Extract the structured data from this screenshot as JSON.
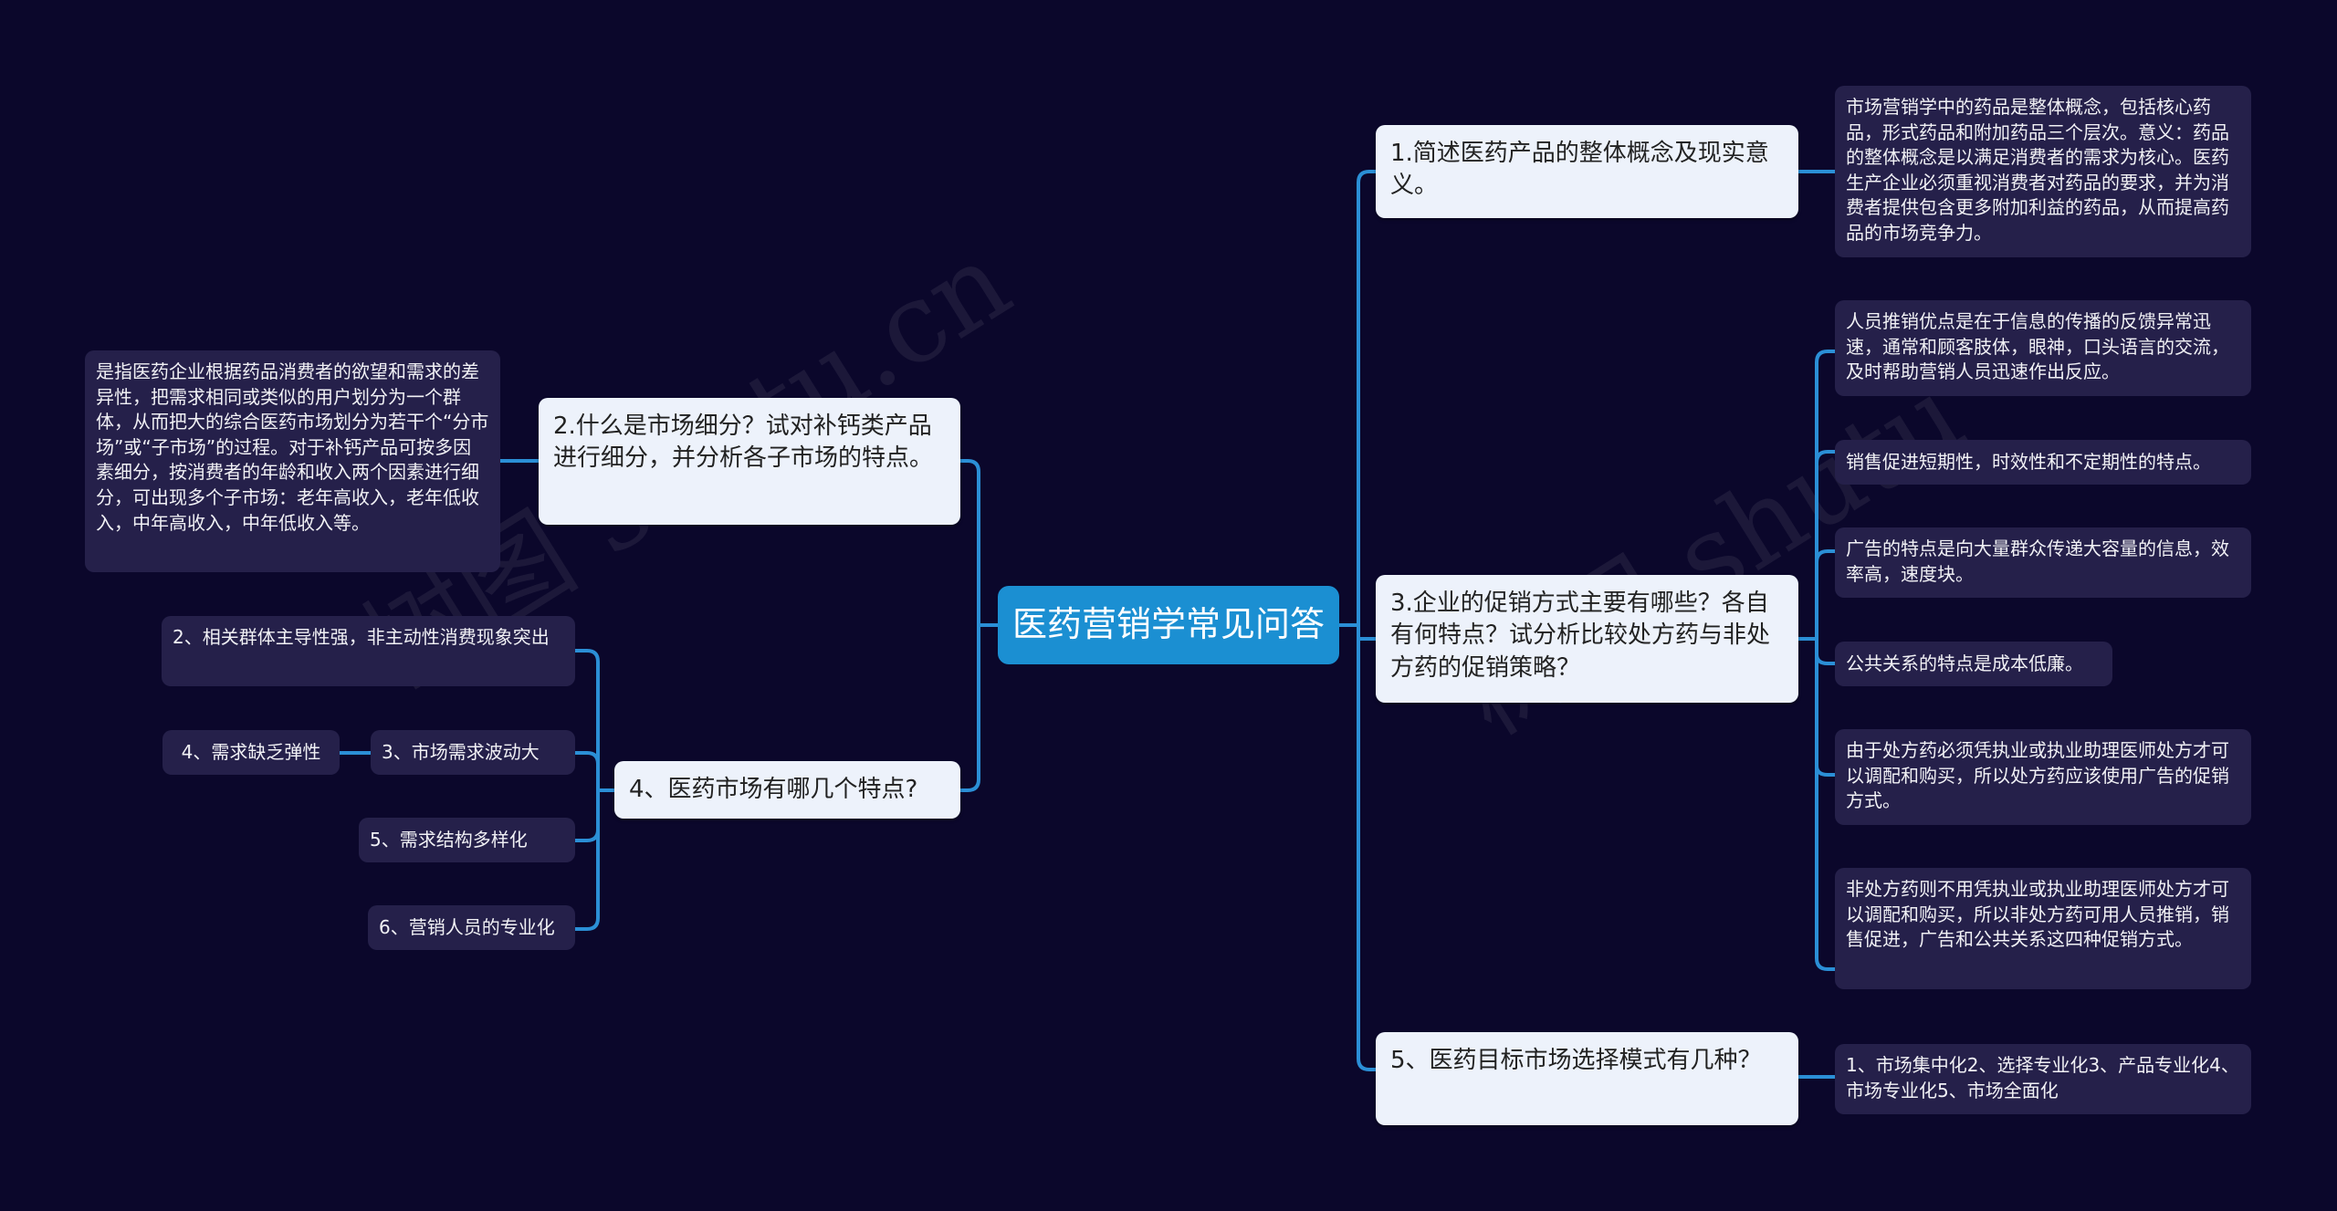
{
  "root": {
    "label": "医药营销学常见问答"
  },
  "colors": {
    "background": "#0b072b",
    "root": "#1b8fd2",
    "main_node": "#edf2fb",
    "leaf_node": "#25204a",
    "connector": "#2b8fd6"
  },
  "watermark": {
    "left": "树图 shutu.cn",
    "right": "树图 shutu"
  },
  "right_branches": [
    {
      "label": "1.简述医药产品的整体概念及现实意义。",
      "children": [
        "市场营销学中的药品是整体概念，包括核心药品，形式药品和附加药品三个层次。意义：药品的整体概念是以满足消费者的需求为核心。医药生产企业必须重视消费者对药品的要求，并为消费者提供包含更多附加利益的药品，从而提高药品的市场竞争力。"
      ]
    },
    {
      "label": "3.企业的促销方式主要有哪些？各自有何特点？试分析比较处方药与非处方药的促销策略？",
      "children": [
        "人员推销优点是在于信息的传播的反馈异常迅速，通常和顾客肢体，眼神，口头语言的交流，及时帮助营销人员迅速作出反应。",
        "销售促进短期性，时效性和不定期性的特点。",
        "广告的特点是向大量群众传递大容量的信息，效率高，速度块。",
        "公共关系的特点是成本低廉。",
        "由于处方药必须凭执业或执业助理医师处方才可以调配和购买，所以处方药应该使用广告的促销方式。",
        "非处方药则不用凭执业或执业助理医师处方才可以调配和购买，所以非处方药可用人员推销，销售促进，广告和公共关系这四种促销方式。"
      ]
    },
    {
      "label": "5、医药目标市场选择模式有几种？",
      "children": [
        "1、市场集中化2、选择专业化3、产品专业化4、市场专业化5、市场全面化"
      ]
    }
  ],
  "left_branches": [
    {
      "label": "2.什么是市场细分？试对补钙类产品进行细分，并分析各子市场的特点。",
      "children": [
        "是指医药企业根据药品消费者的欲望和需求的差异性，把需求相同或类似的用户划分为一个群体，从而把大的综合医药市场划分为若干个“分市场”或“子市场”的过程。对于补钙产品可按多因素细分，按消费者的年龄和收入两个因素进行细分，可出现多个子市场：老年高收入，老年低收入，中年高收入，中年低收入等。"
      ]
    },
    {
      "label": "4、医药市场有哪几个特点?",
      "children": [
        {
          "label": "2、相关群体主导性强，非主动性消费现象突出"
        },
        {
          "label": "3、市场需求波动大",
          "children": [
            "4、需求缺乏弹性"
          ]
        },
        {
          "label": "5、需求结构多样化"
        },
        {
          "label": "6、营销人员的专业化"
        }
      ]
    }
  ]
}
